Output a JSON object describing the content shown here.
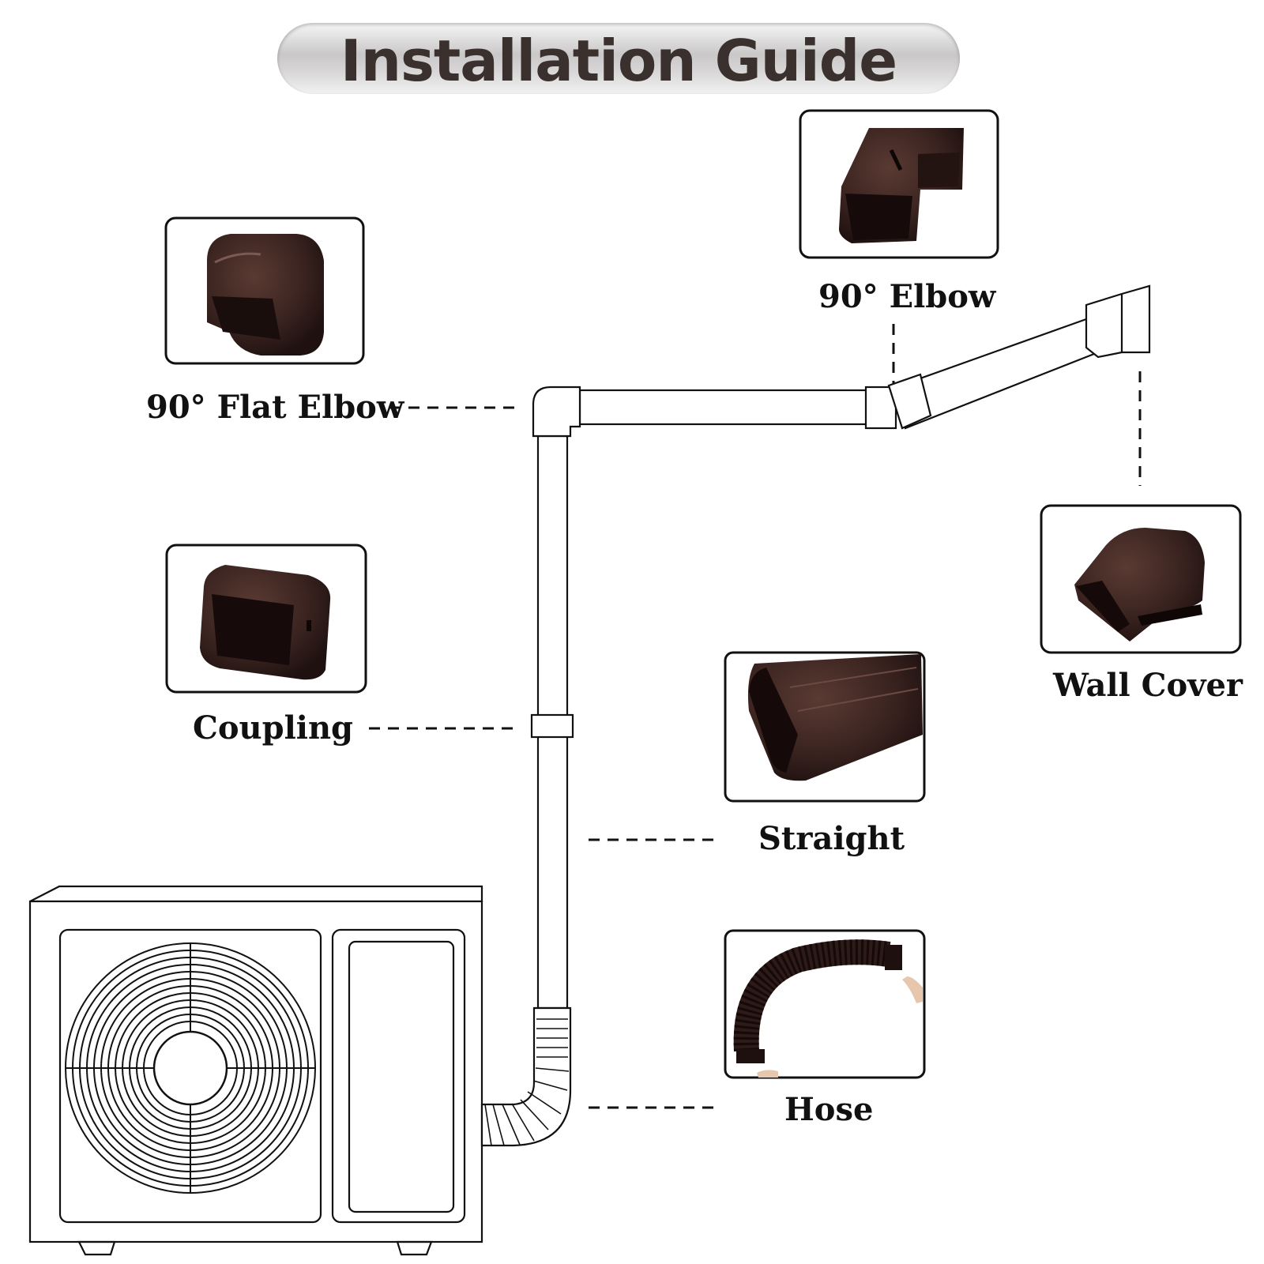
{
  "title": "Installation Guide",
  "parts": {
    "flat_elbow": "90° Flat Elbow",
    "elbow": "90° Elbow",
    "coupling": "Coupling",
    "straight": "Straight",
    "hose": "Hose",
    "wall_cover": "Wall Cover"
  },
  "colors": {
    "part_brown": "#3b2420",
    "title_text": "#3a302e"
  }
}
